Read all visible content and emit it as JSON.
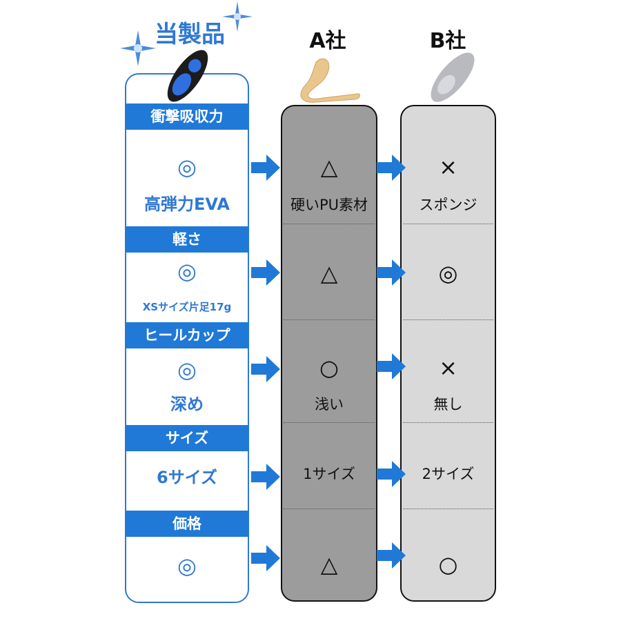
{
  "headers": {
    "ours": "当製品",
    "a": "A社",
    "b": "B社"
  },
  "rows": [
    {
      "label": "衝撃吸収力",
      "ours": "◎",
      "ours_note": "高弾力EVA",
      "a": "△",
      "a_note": "硬いPU素材",
      "b": "×",
      "b_note": "スポンジ"
    },
    {
      "label": "軽さ",
      "ours": "◎",
      "ours_note": "XSサイズ片足17g",
      "a": "△",
      "a_note": "",
      "b": "◎",
      "b_note": ""
    },
    {
      "label": "ヒールカップ",
      "ours": "◎",
      "ours_note": "深め",
      "a": "○",
      "a_note": "浅い",
      "b": "×",
      "b_note": "無し"
    },
    {
      "label": "サイズ",
      "ours": "",
      "ours_note": "6サイズ",
      "a": "",
      "a_note": "1サイズ",
      "b": "",
      "b_note": "2サイズ"
    },
    {
      "label": "価格",
      "ours": "◎",
      "ours_note": "",
      "a": "△",
      "a_note": "",
      "b": "○",
      "b_note": ""
    }
  ],
  "colors": {
    "brand": "#2079d6",
    "a_bg": "#9c9c9c",
    "b_bg": "#d9d9d9"
  },
  "icons": {
    "arrow": "arrow-right-icon",
    "sparkle": "sparkle-icon",
    "insole": "insole-image"
  }
}
